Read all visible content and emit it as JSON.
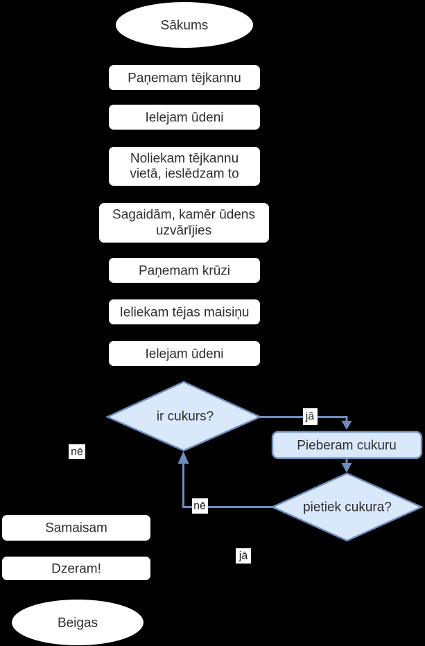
{
  "colors": {
    "background": "#000000",
    "process_fill": "#ffffff",
    "decision_fill": "#dae8fc",
    "decision_stroke": "#6c8ebf",
    "connector": "#6c8ebf",
    "node_text": "#2e2e2e",
    "edge_label_text": "#1f1f1f",
    "edge_label_background": "#ffffff"
  },
  "nodes": {
    "start": "Sākums",
    "take_kettle": "Paņemam tējkannu",
    "pour_water1": "Ielejam ūdeni",
    "place_kettle_line1": "Noliekam tējkannu",
    "place_kettle_line2": "vietā, ieslēdzam to",
    "wait_boil_line1": "Sagaidām, kamēr ūdens",
    "wait_boil_line2": "uzvārījies",
    "take_mug": "Paņemam krūzi",
    "add_teabag": "Ieliekam tējas maisiņu",
    "pour_water2": "Ielejam ūdeni",
    "sugar_question": "ir cukurs?",
    "add_sugar": "Pieberam cukuru",
    "enough_sugar_question": "pietiek cukura?",
    "stir": "Samaisam",
    "drink": "Dzeram!",
    "end": "Beigas"
  },
  "edge_labels": {
    "yes_to_add_sugar": "jā",
    "no_from_sugar_question": "nē",
    "no_to_sugar_question": "nē",
    "yes_from_enough_sugar": "jā"
  }
}
